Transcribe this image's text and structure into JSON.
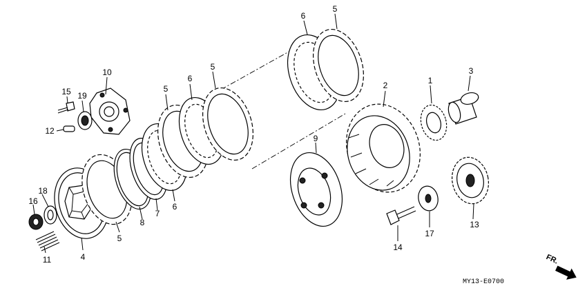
{
  "diagram": {
    "code": "MY13-E0700",
    "direction_label": "FR.",
    "callouts": {
      "c1": "1",
      "c2": "2",
      "c3": "3",
      "c4": "4",
      "c5a": "5",
      "c5b": "5",
      "c5c": "5",
      "c5d": "5",
      "c6a": "6",
      "c6b": "6",
      "c6c": "6",
      "c7": "7",
      "c8": "8",
      "c9": "9",
      "c10": "10",
      "c11": "11",
      "c12": "12",
      "c13": "13",
      "c14": "14",
      "c15": "15",
      "c16": "16",
      "c17": "17",
      "c18": "18",
      "c19": "19"
    }
  }
}
